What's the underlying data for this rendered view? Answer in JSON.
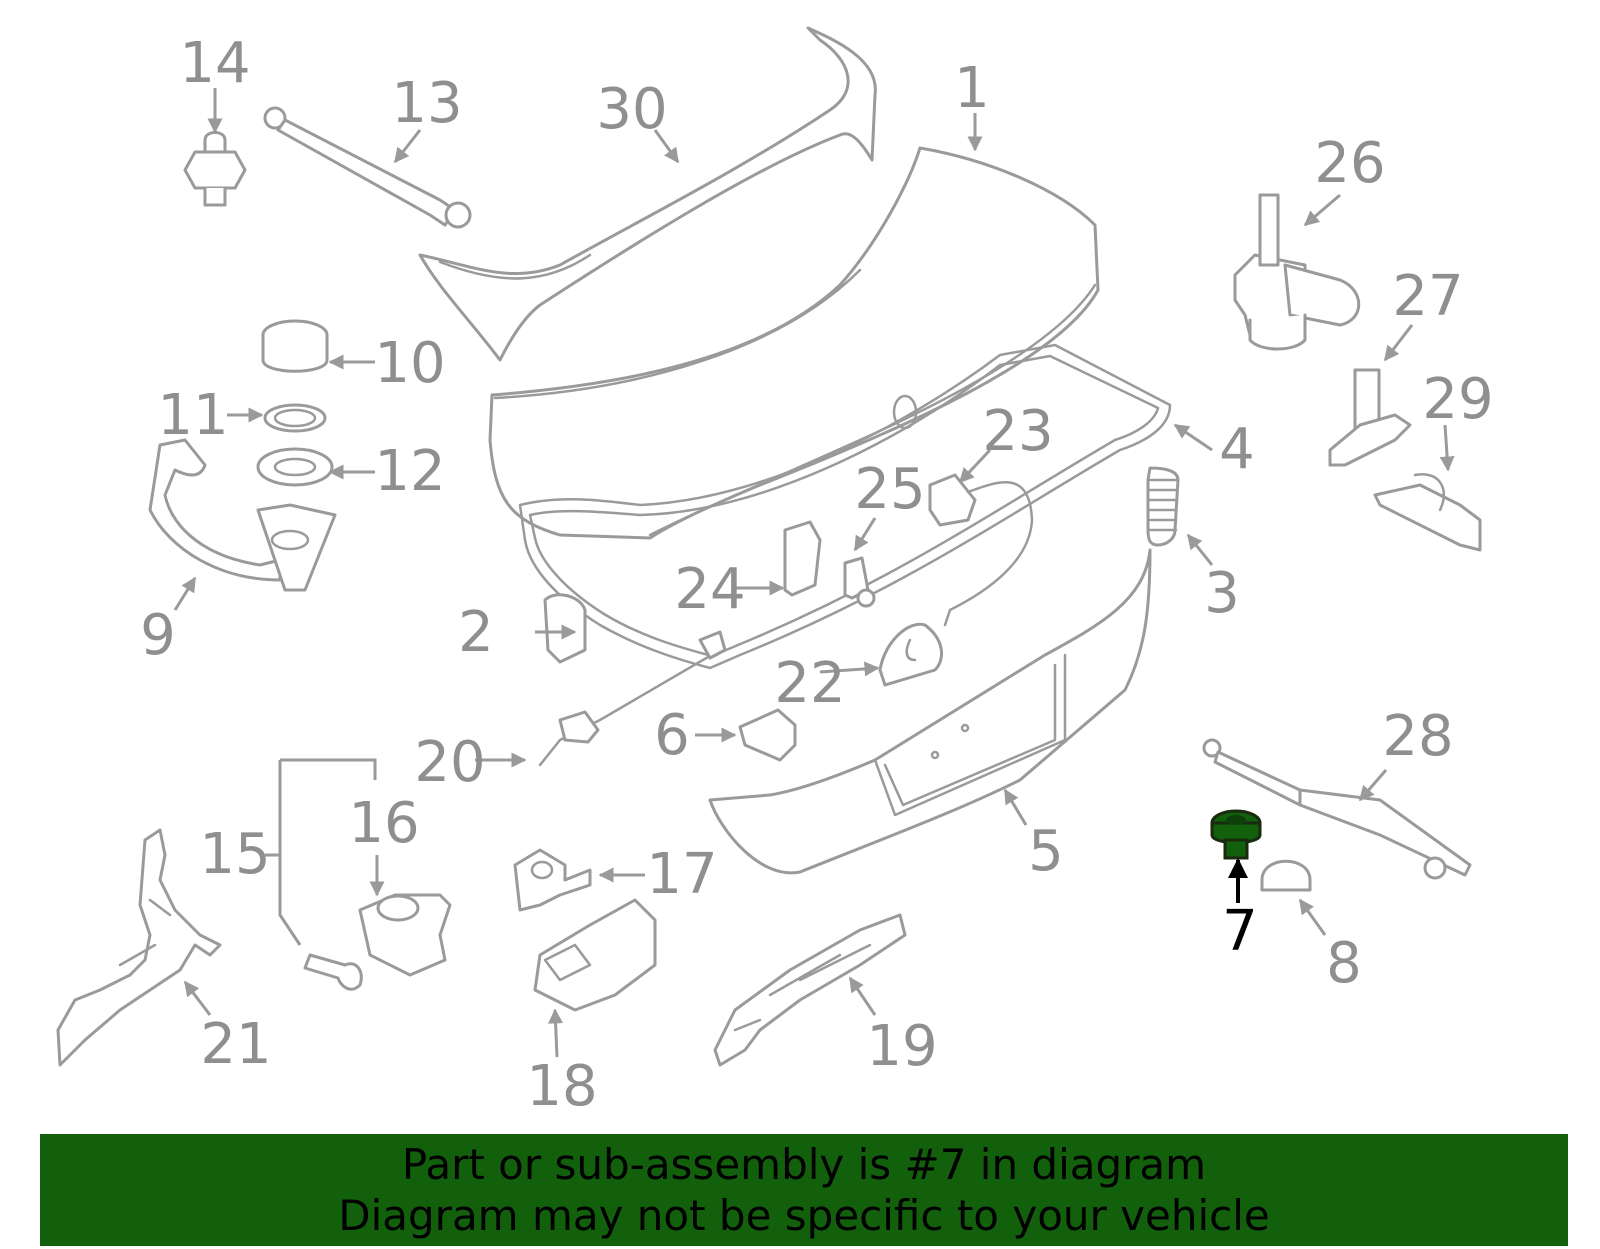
{
  "diagram": {
    "highlight_color": "#13600c",
    "highlighted_part": "7",
    "callouts": [
      "1",
      "2",
      "3",
      "4",
      "5",
      "6",
      "7",
      "8",
      "9",
      "10",
      "11",
      "12",
      "13",
      "14",
      "15",
      "16",
      "17",
      "18",
      "19",
      "20",
      "21",
      "22",
      "23",
      "24",
      "25",
      "26",
      "27",
      "28",
      "29",
      "30"
    ]
  },
  "banner": {
    "line1": "Part or sub-assembly is #7 in diagram",
    "line2": "Diagram may not be specific to your vehicle",
    "background": "#13600c"
  }
}
